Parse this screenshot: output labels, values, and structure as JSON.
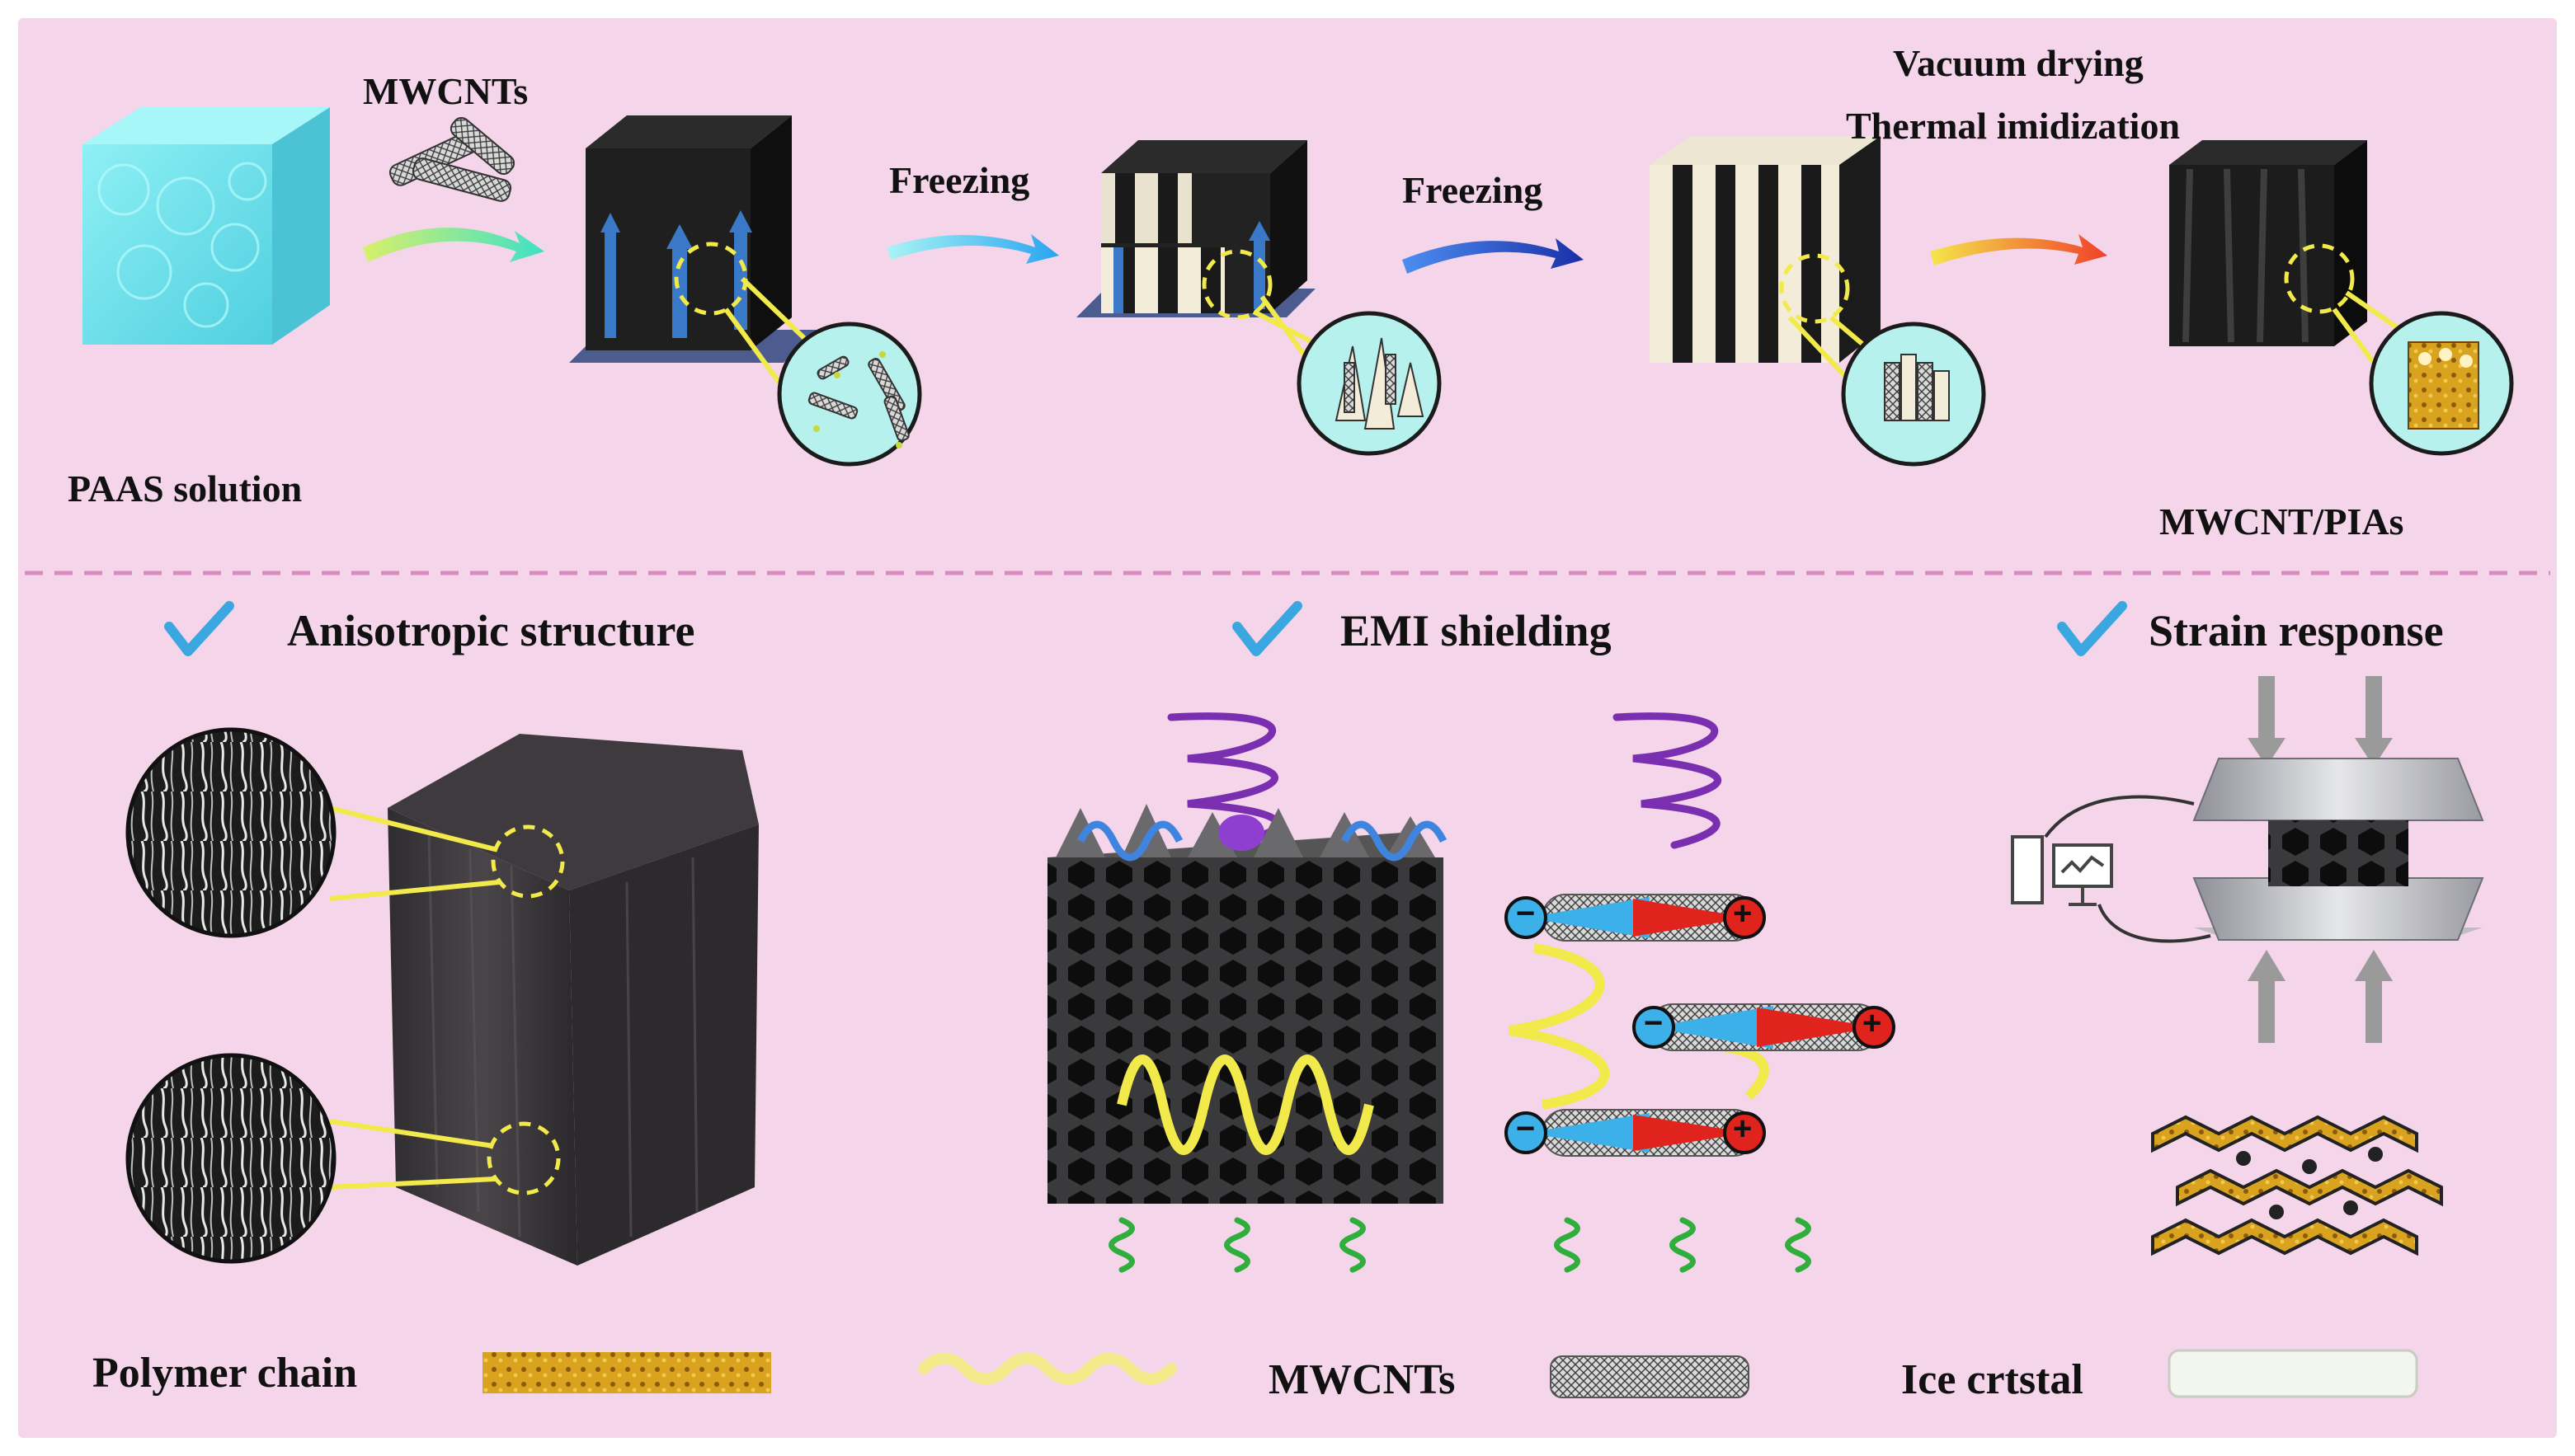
{
  "top_flow": {
    "mwcnts": "MWCNTs",
    "freezing_1": "Freezing",
    "freezing_2": "Freezing",
    "vacuum_drying": "Vacuum drying",
    "thermal_imidization": "Thermal imidization",
    "paas_solution": "PAAS solution",
    "product": "MWCNT/PIAs"
  },
  "features": {
    "anisotropic": "Anisotropic structure",
    "emi": "EMI shielding",
    "strain": "Strain response"
  },
  "legend": {
    "polymer_chain": "Polymer chain",
    "mwcnts": "MWCNTs",
    "ice_crystal": "Ice crtstal"
  },
  "charges": {
    "negative": "−",
    "positive": "+"
  },
  "colors": {
    "background": "#f4d5ea",
    "dashed_divider": "#d98cc0",
    "check": "#3aa7e0",
    "highlight_circle": "#f2e94a",
    "ice_blue": "#7fe3ec",
    "nanotube_gray": "#555555",
    "charge_red": "#e0241d",
    "charge_blue": "#3cb0e8",
    "wave_purple": "#7a2fb0",
    "wave_green": "#2fae3c",
    "wave_yellow": "#f2e94a"
  }
}
